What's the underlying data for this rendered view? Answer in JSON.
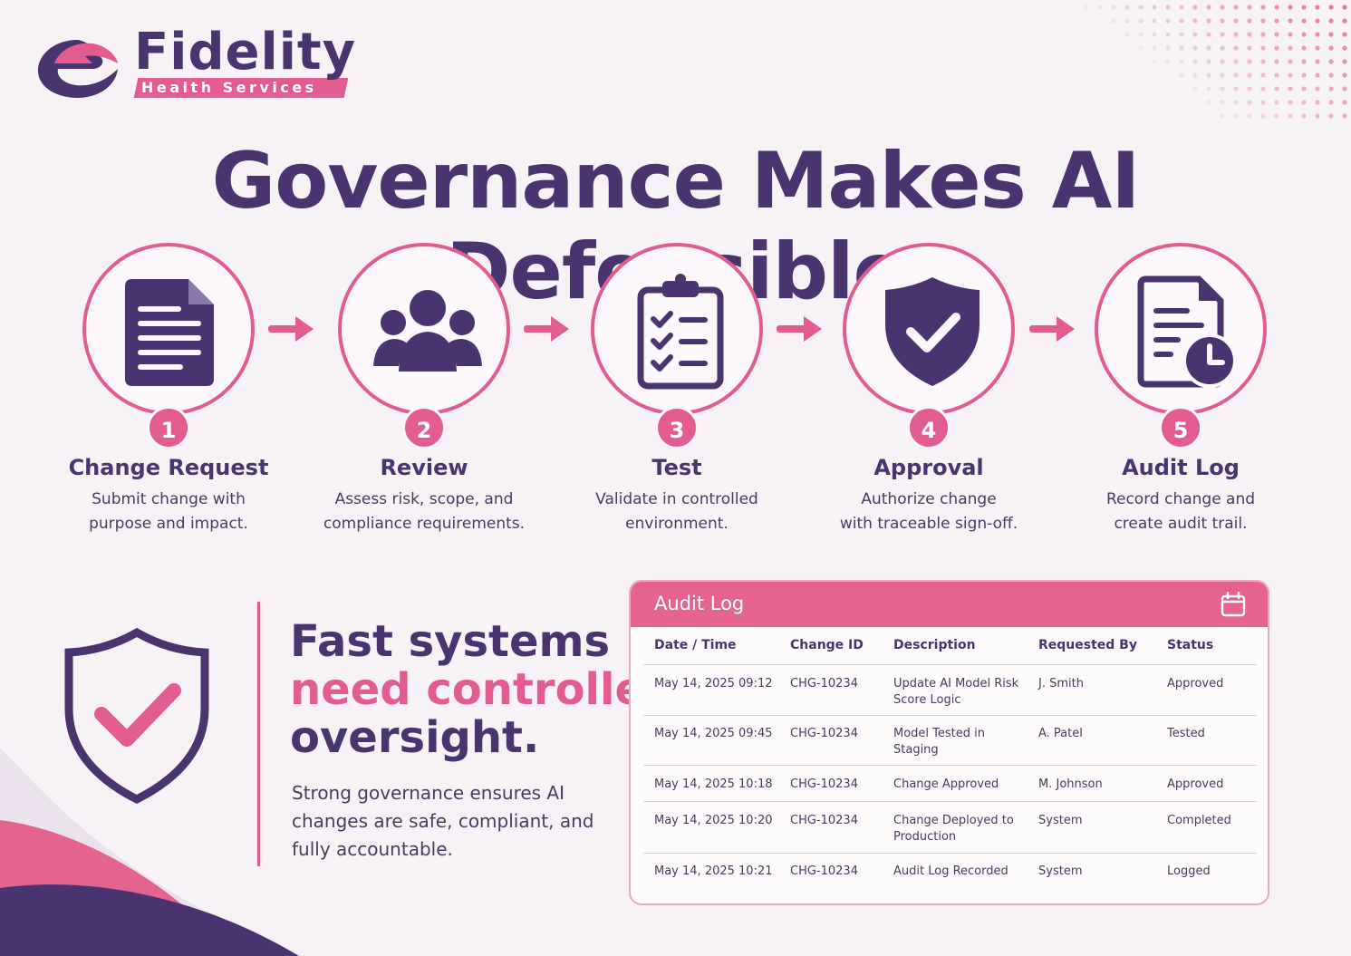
{
  "brand": {
    "name": "Fidelity",
    "tagline": "Health Services",
    "primary_color": "#4a3470",
    "accent_color": "#e35c8f"
  },
  "title": "Governance Makes AI Defensible",
  "steps": [
    {
      "number": "1",
      "title": "Change Request",
      "line1": "Submit change with",
      "line2": "purpose and impact.",
      "icon": "document-icon"
    },
    {
      "number": "2",
      "title": "Review",
      "line1": "Assess risk, scope, and",
      "line2": "compliance requirements.",
      "icon": "team-icon"
    },
    {
      "number": "3",
      "title": "Test",
      "line1": "Validate in controlled",
      "line2": "environment.",
      "icon": "clipboard-checklist-icon"
    },
    {
      "number": "4",
      "title": "Approval",
      "line1": "Authorize change",
      "line2": "with traceable sign-off.",
      "icon": "shield-check-icon"
    },
    {
      "number": "5",
      "title": "Audit Log",
      "line1": "Record change and",
      "line2": "create audit trail.",
      "icon": "document-clock-icon"
    }
  ],
  "tagline_section": {
    "line1": "Fast systems",
    "line2": "need controlled",
    "line3": "oversight.",
    "body": "Strong governance ensures AI changes are safe, compliant, and fully accountable."
  },
  "audit_log": {
    "title": "Audit Log",
    "columns": [
      "Date / Time",
      "Change ID",
      "Description",
      "Requested By",
      "Status"
    ],
    "rows": [
      {
        "datetime": "May 14, 2025 09:12",
        "change_id": "CHG-10234",
        "description": "Update AI Model Risk Score Logic",
        "requested_by": "J. Smith",
        "status": "Approved"
      },
      {
        "datetime": "May 14, 2025 09:45",
        "change_id": "CHG-10234",
        "description": "Model Tested in Staging",
        "requested_by": "A. Patel",
        "status": "Tested"
      },
      {
        "datetime": "May 14, 2025 10:18",
        "change_id": "CHG-10234",
        "description": "Change Approved",
        "requested_by": "M. Johnson",
        "status": "Approved"
      },
      {
        "datetime": "May 14, 2025 10:20",
        "change_id": "CHG-10234",
        "description": "Change Deployed to Production",
        "requested_by": "System",
        "status": "Completed"
      },
      {
        "datetime": "May 14, 2025 10:21",
        "change_id": "CHG-10234",
        "description": "Audit Log Recorded",
        "requested_by": "System",
        "status": "Logged"
      }
    ]
  }
}
